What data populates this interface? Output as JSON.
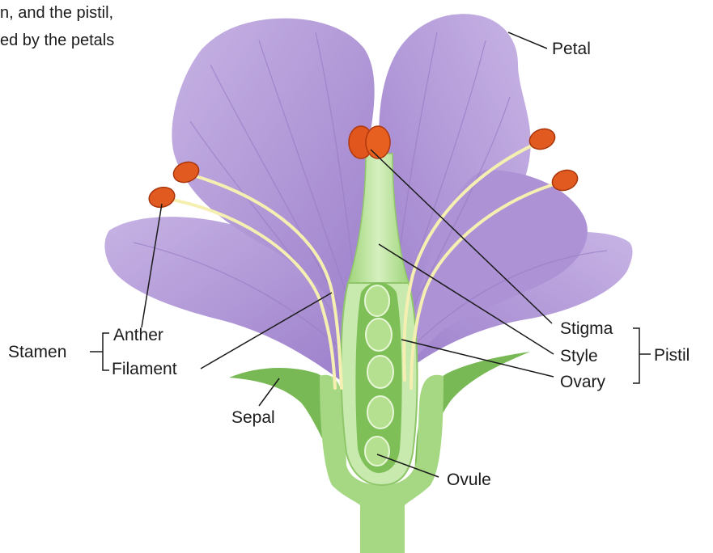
{
  "intro_text": {
    "line1": "n, and the pistil,",
    "line2": "ed by the petals"
  },
  "labels": {
    "petal": "Petal",
    "anther": "Anther",
    "filament": "Filament",
    "stamen": "Stamen",
    "stigma": "Stigma",
    "style": "Style",
    "ovary": "Ovary",
    "pistil": "Pistil",
    "sepal": "Sepal",
    "ovule": "Ovule"
  },
  "colors": {
    "petal": "#b49ad6",
    "petal_vein": "#9b7cc8",
    "stem": "#c4e6a8",
    "sepal": "#6fb24a",
    "anther": "#e0541c",
    "filament": "#f4eeb0",
    "leader_line": "#1b1b1b"
  }
}
